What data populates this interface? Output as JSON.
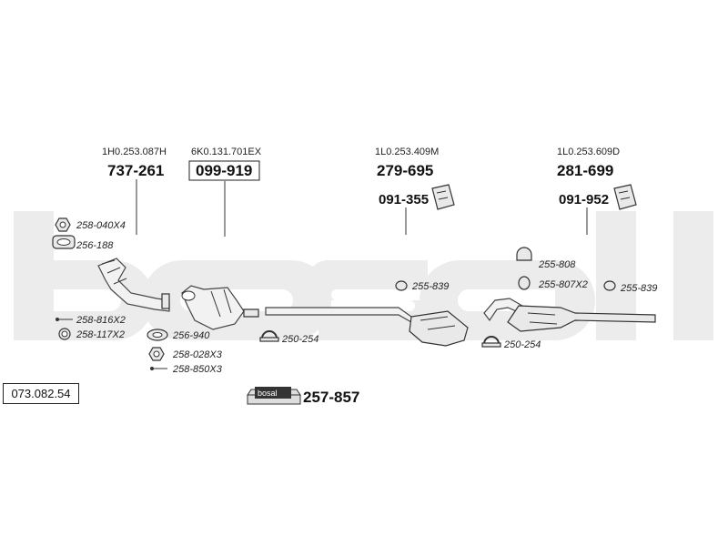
{
  "assembly_number": "073.082.54",
  "brand": "bosal",
  "main_parts": [
    {
      "oem": "1H0.253.087H",
      "part_no": "737-261"
    },
    {
      "oem": "6K0.131.701EX",
      "part_no": "099-919"
    },
    {
      "oem": "1L0.253.409M",
      "part_no": "279-695"
    },
    {
      "oem": "1L0.253.609D",
      "part_no": "281-699"
    }
  ],
  "clamp_parts": [
    "091-355",
    "091-952"
  ],
  "accessories": {
    "nut_left": "258-040X4",
    "gasket_left": "256-188",
    "bolt_a": "258-816X2",
    "ring_a": "258-117X2",
    "gasket_mid": "256-940",
    "nut_mid": "258-028X3",
    "bolt_mid": "258-850X3",
    "clamp_mid": "250-254",
    "ring_mid": "255-839",
    "hanger_top": "255-808",
    "hanger_mid": "255-807X2",
    "ring_right": "255-839",
    "clamp_right": "250-254"
  },
  "mounting_kit": "257-857"
}
